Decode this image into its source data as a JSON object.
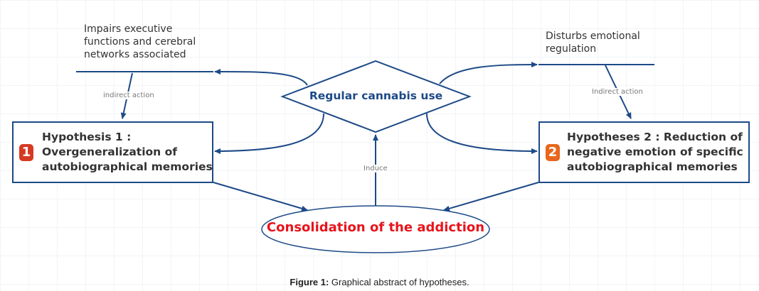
{
  "nodes": {
    "center": "Regular cannabis use",
    "outcome": "Consolidation of the addiction",
    "left_note": "Impairs executive functions and cerebral networks associated",
    "right_note": "Disturbs emotional regulation",
    "h1_badge": "1",
    "h1": "Hypothesis 1 : Overgeneralization of autobiographical memories",
    "h2_badge": "2",
    "h2": "Hypotheses 2 : Reduction of negative emotion of specific autobiographical memories"
  },
  "edges": {
    "left": "indirect action",
    "right": "Indirect action",
    "induce": "Induce"
  },
  "caption": {
    "label": "Figure 1:",
    "text": " Graphical abstract of hypotheses."
  },
  "colors": {
    "line": "#1d4a87",
    "outcome_text": "#e8141c",
    "badge1": "#d63a22",
    "badge2": "#e8671c"
  }
}
